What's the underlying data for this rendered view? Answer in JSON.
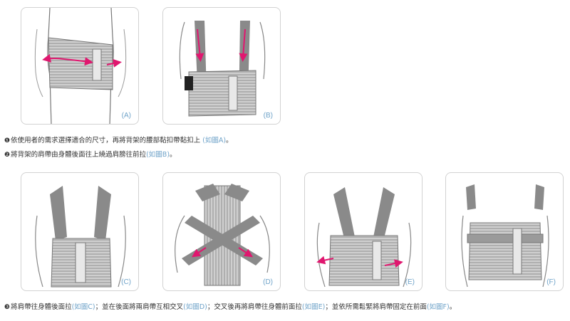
{
  "panels": [
    {
      "id": "A",
      "label": "(A)"
    },
    {
      "id": "B",
      "label": "(B)"
    },
    {
      "id": "C",
      "label": "(C)"
    },
    {
      "id": "D",
      "label": "(D)"
    },
    {
      "id": "E",
      "label": "(E)"
    },
    {
      "id": "F",
      "label": "(F)"
    }
  ],
  "steps": [
    {
      "num": "❶",
      "parts": [
        {
          "text": "依使用者的需求選擇適合的尺寸，再將背架的腰部黏扣帶黏扣上 ",
          "ref": false
        },
        {
          "text": "(如圖A)",
          "ref": true
        },
        {
          "text": "。",
          "ref": false
        }
      ]
    },
    {
      "num": "❷",
      "parts": [
        {
          "text": "將背架的肩帶由身體後面往上繞過肩膀往前拉",
          "ref": false
        },
        {
          "text": "(如圖B)",
          "ref": true
        },
        {
          "text": "。",
          "ref": false
        }
      ]
    },
    {
      "num": "❸",
      "parts": [
        {
          "text": "將肩帶往身體後面拉",
          "ref": false
        },
        {
          "text": "(如圖C)",
          "ref": true
        },
        {
          "text": "；並在後面將兩肩帶互相交叉",
          "ref": false
        },
        {
          "text": "(如圖D)",
          "ref": true
        },
        {
          "text": "；交叉後再將肩帶往身體前面拉",
          "ref": false
        },
        {
          "text": "(如圖E)",
          "ref": true
        },
        {
          "text": "；並依所需鬆緊將肩帶固定在前面",
          "ref": false
        },
        {
          "text": "(如圖F)",
          "ref": true
        },
        {
          "text": "。",
          "ref": false
        }
      ]
    }
  ],
  "colors": {
    "arrow": "#e0176f",
    "strap": "#8a8a8a",
    "belt": "#b9b9b9",
    "label": "#6fa3c9",
    "border": "#d2d2d2"
  }
}
